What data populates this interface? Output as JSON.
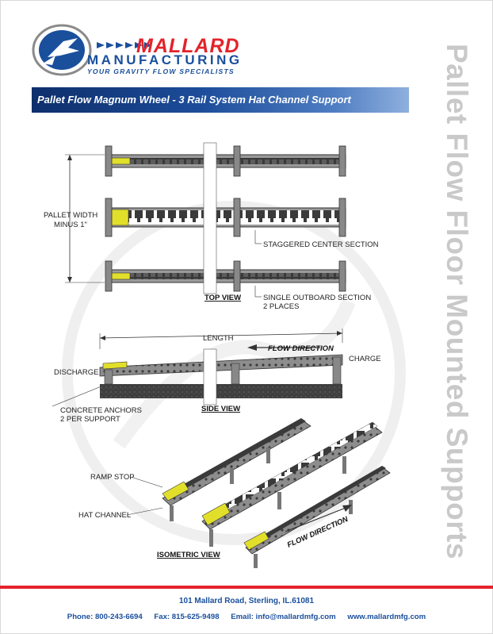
{
  "header": {
    "brand_name": "MALLARD",
    "brand_sub": "MANUFACTURING",
    "tagline": "YOUR GRAVITY FLOW SPECIALISTS"
  },
  "banner": {
    "title": "Pallet Flow Magnum Wheel - 3 Rail System Hat Channel Support"
  },
  "side_title": "Pallet Flow Floor Mounted Supports",
  "colors": {
    "brand_red": "#e3232b",
    "brand_blue": "#1a4f9c",
    "banner_dark": "#0e2f6b",
    "rail_fill": "#9a9a9a",
    "wheel_yellow": "#e2df2a"
  },
  "top_view": {
    "label_pallet_width_1": "PALLET WIDTH",
    "label_pallet_width_2": "MINUS 1\"",
    "label_staggered": "STAGGERED CENTER SECTION",
    "label_single_1": "SINGLE OUTBOARD SECTION",
    "label_single_2": "2 PLACES",
    "view_title": "TOP VIEW"
  },
  "side_view": {
    "label_length": "LENGTH",
    "label_flow": "FLOW DIRECTION",
    "label_charge": "CHARGE",
    "label_discharge": "DISCHARGE",
    "label_anchors_1": "CONCRETE ANCHORS",
    "label_anchors_2": "2 PER SUPPORT",
    "view_title": "SIDE VIEW"
  },
  "isometric_view": {
    "label_ramp_stop": "RAMP STOP",
    "label_hat_channel": "HAT CHANNEL",
    "label_flow": "FLOW DIRECTION",
    "view_title": "ISOMETRIC VIEW"
  },
  "footer": {
    "address": "101 Mallard Road, Sterling, IL.61081",
    "phone": "Phone: 800-243-6694",
    "fax": "Fax: 815-625-9498",
    "email": "Email: info@mallardmfg.com",
    "website": "www.mallardmfg.com"
  }
}
